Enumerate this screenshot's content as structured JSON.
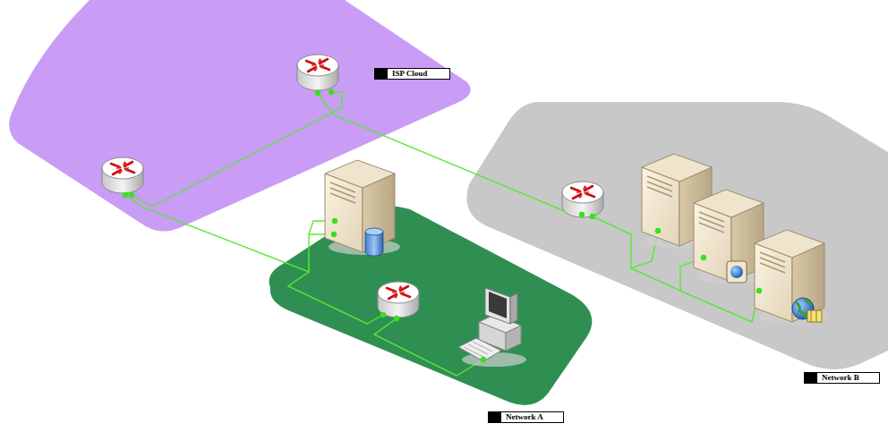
{
  "diagram": {
    "nodes": [
      {
        "text": [
          "ISP Cloud"
        ]
      },
      {
        "text": [
          "Network A"
        ]
      },
      {
        "text": [
          "Network B"
        ]
      }
    ]
  }
}
